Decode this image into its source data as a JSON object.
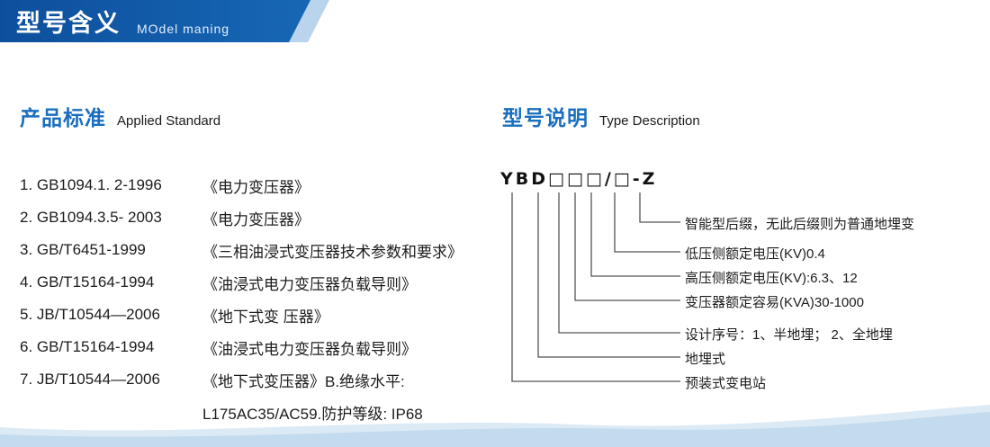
{
  "header": {
    "title": "型号含义",
    "subtitle": "MOdel maning"
  },
  "sections": {
    "left": {
      "heading": "产品标准",
      "heading_en": "Applied Standard"
    },
    "right": {
      "heading": "型号说明",
      "heading_en": "Type Description"
    }
  },
  "standards": {
    "items": [
      {
        "code": "1. GB1094.1. 2-1996",
        "desc": "《电力变压器》"
      },
      {
        "code": "2. GB1094.3.5- 2003",
        "desc": "《电力变压器》"
      },
      {
        "code": "3. GB/T6451-1999",
        "desc": "《三相油浸式变压器技术参数和要求》"
      },
      {
        "code": "4. GB/T15164-1994",
        "desc": "《油浸式电力变压器负载导则》"
      },
      {
        "code": "5. JB/T10544—2006",
        "desc": "《地下式变 压器》"
      },
      {
        "code": "6. GB/T15164-1994",
        "desc": "《油浸式电力变压器负载导则》"
      },
      {
        "code": "7. JB/T10544—2006",
        "desc": "《地下式变压器》B.绝缘水平:"
      }
    ],
    "continuation": "L175AC35/AC59.防护等级: IP68"
  },
  "model": {
    "code": "YBD□□□/□-Z",
    "labels": [
      "智能型后缀，无此后缀则为普通地埋变",
      "低压侧额定电压(KV)0.4",
      "高压侧额定电压(KV):6.3、12",
      "变压器额定容易(KVA)30-1000",
      "设计序号：1、半地埋； 2、全地埋",
      "地埋式",
      "预装式变电站"
    ]
  },
  "colors": {
    "header_blue": "#0d4f9c",
    "accent_blue": "#1a6ebf",
    "light_accent": "#b9d4ec",
    "wave_blue": "#c3dbee"
  }
}
